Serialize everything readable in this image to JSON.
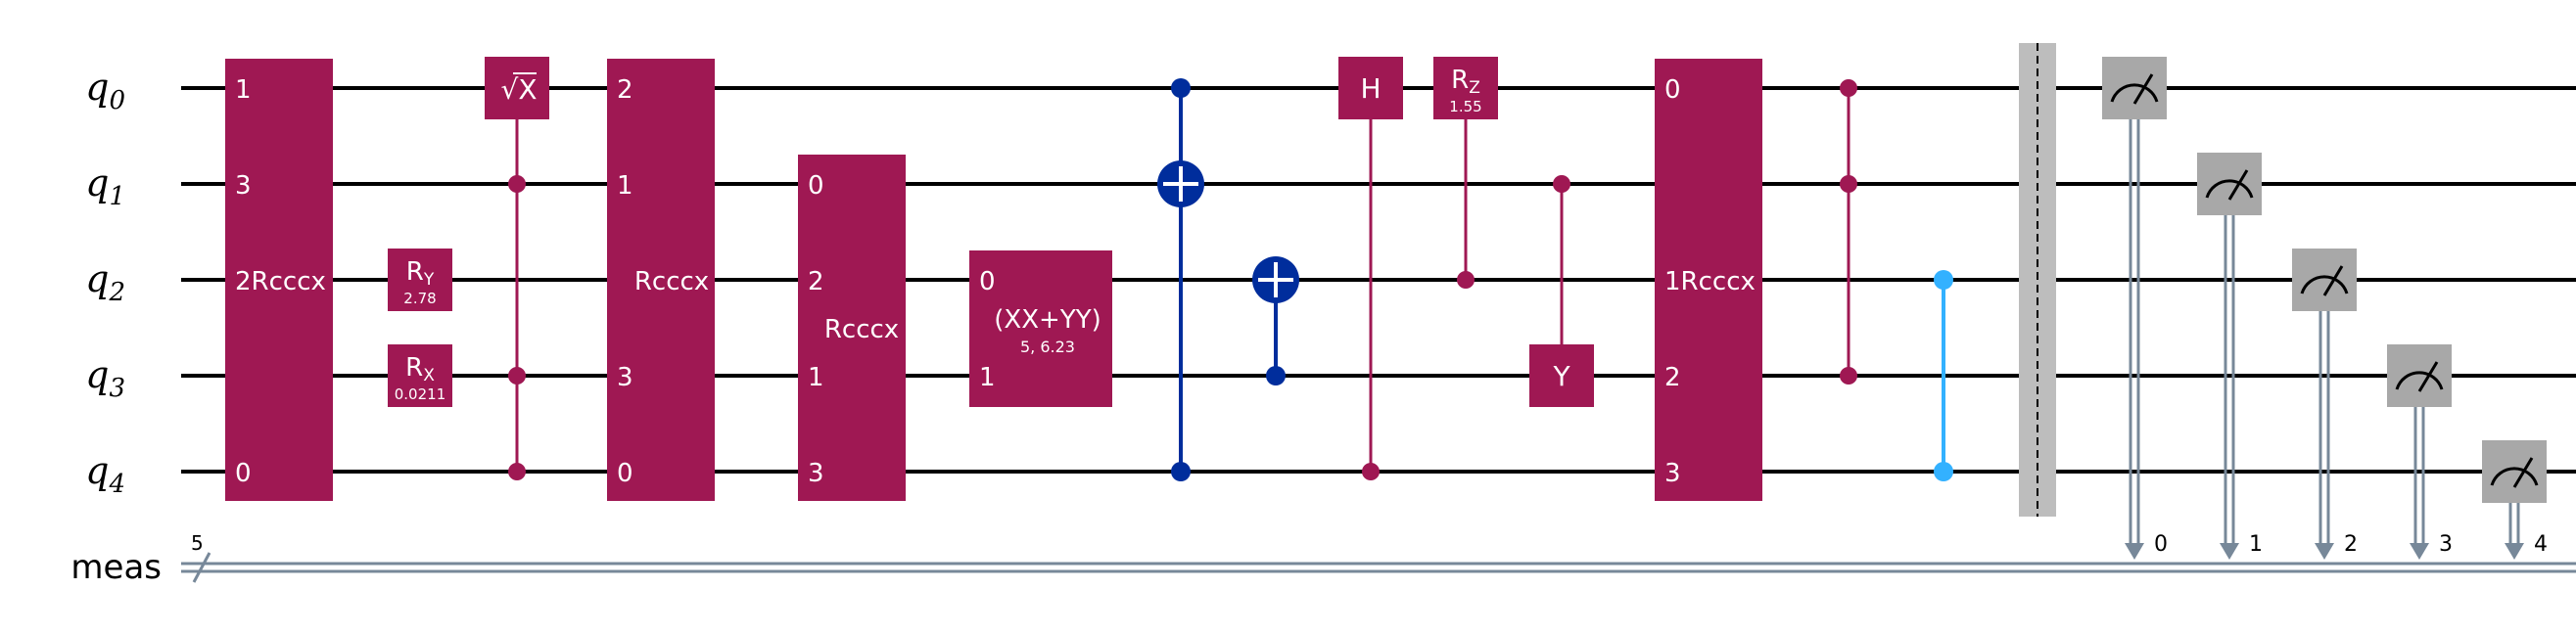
{
  "colors": {
    "multi": "#9f1853",
    "cx": "#002d9c",
    "cz": "#33b1ff",
    "measure": "#a8a8a8",
    "barrier": "#bdbdbd",
    "creg": "#778899",
    "wire": "#000000"
  },
  "qubit_labels": [
    {
      "base": "q",
      "sub": "0"
    },
    {
      "base": "q",
      "sub": "1"
    },
    {
      "base": "q",
      "sub": "2"
    },
    {
      "base": "q",
      "sub": "3"
    },
    {
      "base": "q",
      "sub": "4"
    }
  ],
  "creg_label": "meas",
  "creg_size": "5",
  "gates": {
    "rcccx1": {
      "name": "Rcccx",
      "prefix": "2",
      "pins": [
        "1",
        "3",
        "0"
      ]
    },
    "ry": {
      "name": "R",
      "sub": "Y",
      "param": "2.78"
    },
    "rx": {
      "name": "R",
      "sub": "X",
      "param": "0.0211"
    },
    "sx": {
      "name": "X",
      "root": "√"
    },
    "rcccx2": {
      "name": "Rcccx",
      "pins": [
        "2",
        "1",
        "3",
        "0"
      ]
    },
    "rcccx3": {
      "name": "Rcccx",
      "pins": [
        "0",
        "2",
        "1",
        "3"
      ]
    },
    "xxyy": {
      "name": "(XX+YY)",
      "param": "5, 6.23",
      "pins": [
        "0",
        "1"
      ]
    },
    "h": {
      "name": "H"
    },
    "rz": {
      "name": "R",
      "sub": "Z",
      "param": "1.55"
    },
    "y": {
      "name": "Y"
    },
    "rcccx4": {
      "name": "Rcccx",
      "prefix": "1",
      "pins": [
        "0",
        "2",
        "3"
      ]
    }
  },
  "measure_bits": [
    "0",
    "1",
    "2",
    "3",
    "4"
  ]
}
